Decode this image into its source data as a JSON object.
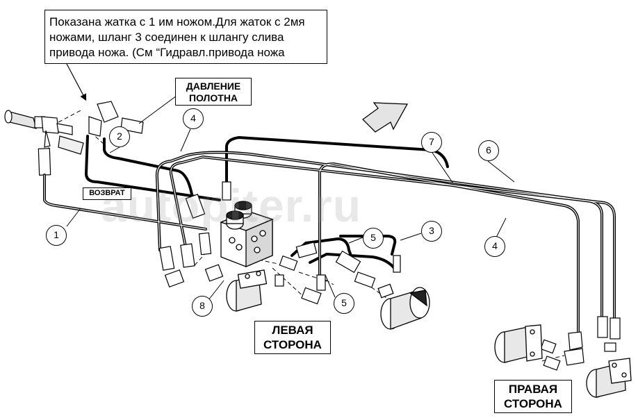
{
  "note": {
    "text": "Показана жатка с 1 им ножом.Для жаток с 2мя\nножами, шланг 3 соединен к шлангу слива\nпривода ножа. (См “Гидравл.привода ножа"
  },
  "labels": {
    "pressure": "ДАВЛЕНИЕ\nПОЛОТНА",
    "return": "ВОЗВРАТ",
    "left_side": "ЛЕВАЯ\nСТОРОНА",
    "right_side": "ПРАВАЯ\nСТОРОНА"
  },
  "callouts": {
    "c1": "1",
    "c2": "2",
    "c3": "3",
    "c4a": "4",
    "c4b": "4",
    "c5a": "5",
    "c5b": "5",
    "c6": "6",
    "c7": "7",
    "c8": "8"
  },
  "watermark": "autopiter.ru",
  "colors": {
    "line": "#000000",
    "fill": "#ffffff",
    "shade": "#cfcfcf"
  }
}
